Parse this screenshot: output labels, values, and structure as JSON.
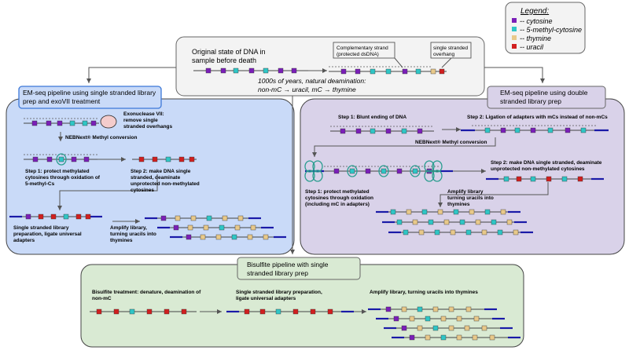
{
  "legend": {
    "title": "Legend:",
    "items": [
      {
        "label": "-- cytosine",
        "color": "#7a1fb8"
      },
      {
        "label": "-- 5-methyl-cytosine",
        "color": "#2fc6c6"
      },
      {
        "label": "-- thymine",
        "color": "#e8c98a"
      },
      {
        "label": "-- uracil",
        "color": "#d11f1f"
      }
    ]
  },
  "original": {
    "line1": "Original state of DNA in",
    "line2": "sample before death",
    "comp_line1": "Complementary strand",
    "comp_line2": "(protected dsDNA)",
    "ss_line1": "single stranded",
    "ss_line2": "overhang",
    "deam_line1": "1000s of years, natural deamination:",
    "deam_line2": "non-mC → uracil, mC → thymine"
  },
  "emseq_single": {
    "title_line1": "EM-seq pipeline using single stranded library",
    "title_line2": "prep and exoVII treatment",
    "exo_line1": "Exonuclease VII:",
    "exo_line2": "remove single",
    "exo_line3": "stranded overhangs",
    "neb": "NEBNext® Methyl conversion",
    "step1_line1": "Step 1:  protect methylated",
    "step1_line2": "cytosines through oxidation of",
    "step1_line3": "5-methyl-Cs",
    "step2_line1": "Step 2:  make DNA single",
    "step2_line2": "stranded, deaminate",
    "step2_line3": "unprotected non-methylated",
    "step2_line4": "cytosines",
    "lib_line1": "Single stranded library",
    "lib_line2": "preparation, ligate universal",
    "lib_line3": "adapters",
    "amp_line1": "Amplify library,",
    "amp_line2": "turning uracils into",
    "amp_line3": "thymines"
  },
  "emseq_double": {
    "title_line1": "EM-seq pipeline using double",
    "title_line2": "stranded library prep",
    "step1_blunt": "Step 1: Blunt ending of DNA",
    "step2_lig": "Step 2: Ligation of adapters with mCs instead of non-mCs",
    "neb": "NEBNext® Methyl conversion",
    "step1_line1": "Step 1:  protect methylated",
    "step1_line2": "cytosines through oxidation",
    "step1_line3": "(including mC in adapters)",
    "step2_line1": "Step 2:  make DNA single stranded, deaminate",
    "step2_line2": "unprotected non-methylated cytosines",
    "amp_line1": "Amplify library",
    "amp_line2": "turning uracils into",
    "amp_line3": "thymines"
  },
  "bisulfite": {
    "title_line1": "Bisulfite pipeline with single",
    "title_line2": "stranded library prep",
    "treat_line1": "Bisulfite treatment: denature, deamination of",
    "treat_line2": "non-mC",
    "lib_line1": "Single stranded library preparation,",
    "lib_line2": "ligate universal adapters",
    "amp": "Amplify library, turning uracils into thymines"
  },
  "colors": {
    "cytosine": "#7a1fb8",
    "methyl_cytosine": "#2fc6c6",
    "thymine": "#e8c98a",
    "uracil": "#d11f1f",
    "adapter": "#1a1aa8",
    "blue_panel": "#c9daf8",
    "purple_panel": "#d9d2e9",
    "green_panel": "#d9ead3"
  }
}
